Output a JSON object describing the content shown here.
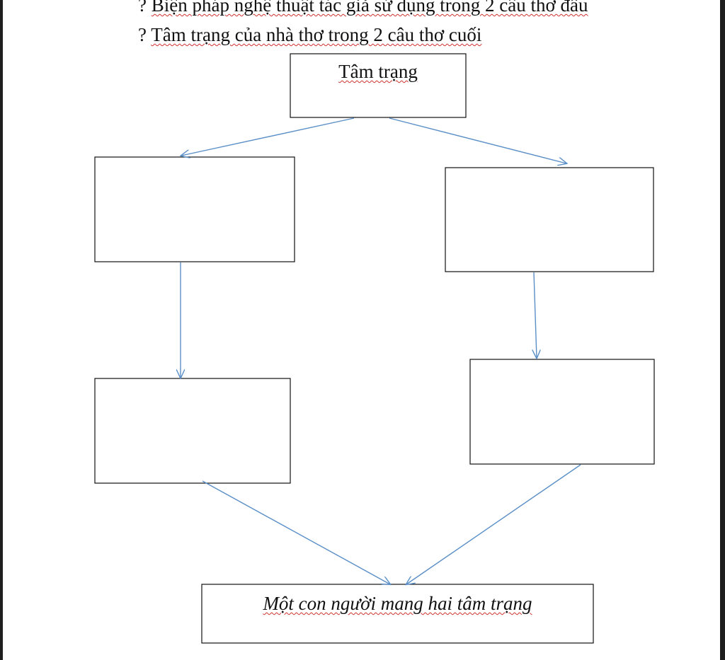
{
  "questions": [
    {
      "prefix": "? ",
      "text": "Biện pháp nghệ thuật tác giả sử dụng trong 2 câu thơ đầu"
    },
    {
      "prefix": "? ",
      "text": "Tâm trạng của nhà thơ trong 2 câu thơ cuối"
    }
  ],
  "diagram": {
    "root_label": "Tâm trạng",
    "left_top_box": "",
    "right_top_box": "",
    "left_bottom_box": "",
    "right_bottom_box": "",
    "conclusion_label": "Một con người mang hai tâm trạng",
    "arrow_color": "#5b8fc7",
    "box_border_color": "#111111"
  }
}
